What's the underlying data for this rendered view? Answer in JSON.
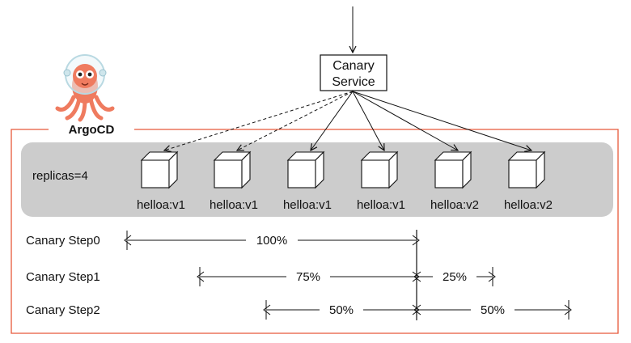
{
  "service": {
    "line1": "Canary",
    "line2": "Service"
  },
  "argocd": {
    "label": "ArgoCD",
    "mascot_icon": "octopus-mascot-icon"
  },
  "replicas_label": "replicas=4",
  "pods": [
    {
      "label": "helloa:v1",
      "link": "dashed"
    },
    {
      "label": "helloa:v1",
      "link": "dashed"
    },
    {
      "label": "helloa:v1",
      "link": "solid"
    },
    {
      "label": "helloa:v1",
      "link": "solid"
    },
    {
      "label": "helloa:v2",
      "link": "solid"
    },
    {
      "label": "helloa:v2",
      "link": "solid"
    }
  ],
  "steps": [
    {
      "label": "Canary Step0",
      "segments": [
        {
          "pct": "100%"
        }
      ]
    },
    {
      "label": "Canary Step1",
      "segments": [
        {
          "pct": "75%"
        },
        {
          "pct": "25%"
        }
      ]
    },
    {
      "label": "Canary Step2",
      "segments": [
        {
          "pct": "50%"
        },
        {
          "pct": "50%"
        }
      ]
    }
  ],
  "colors": {
    "frame": "#e8593a",
    "panel": "#cccccc",
    "mascot": "#ef7b5f",
    "line": "#111111"
  }
}
